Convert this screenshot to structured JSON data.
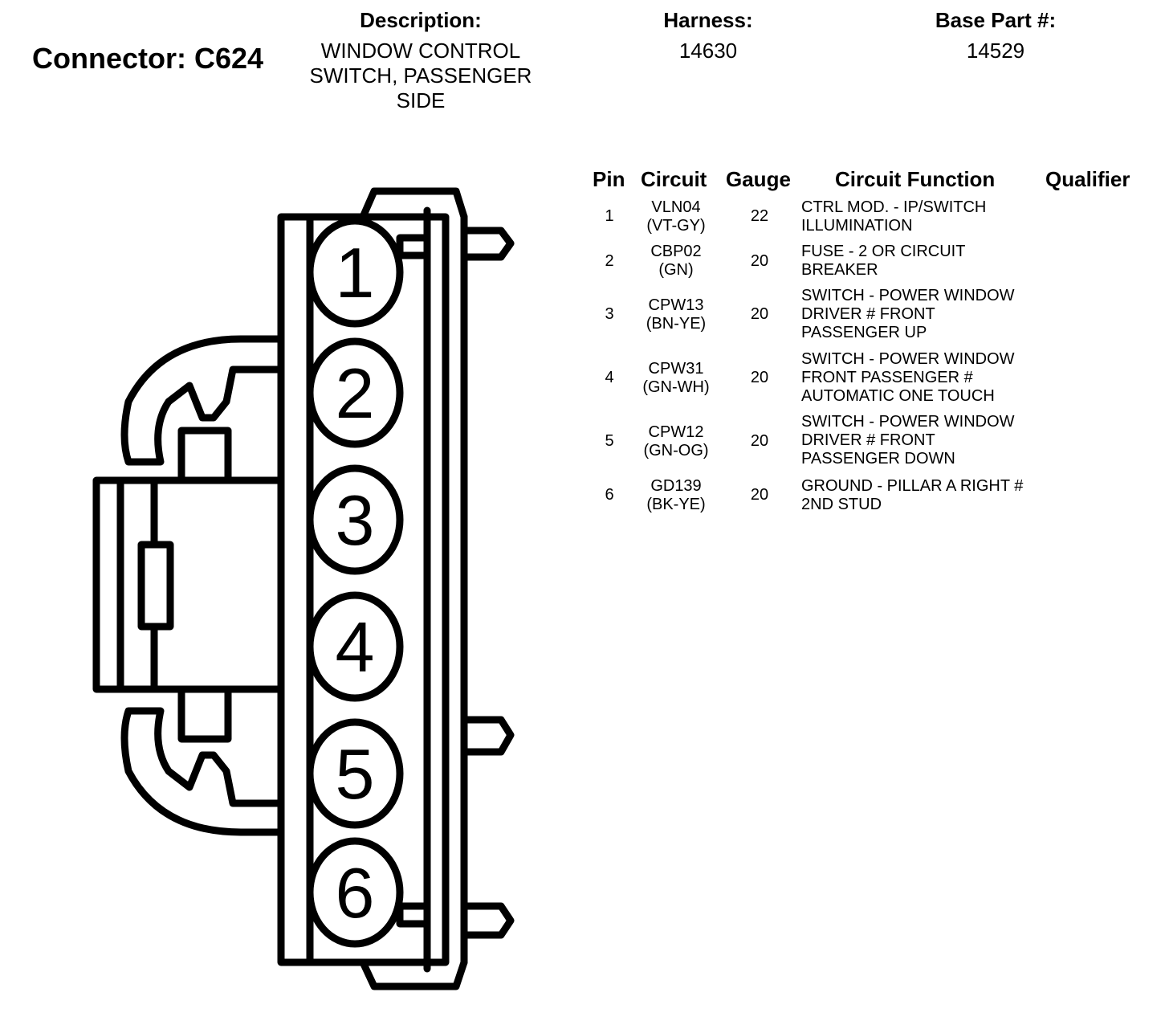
{
  "connector": {
    "label": "Connector: C624"
  },
  "description": {
    "header": "Description:",
    "lines": [
      "WINDOW CONTROL",
      "SWITCH, PASSENGER",
      "SIDE"
    ]
  },
  "harness": {
    "header": "Harness:",
    "value": "14630"
  },
  "base_part": {
    "header": "Base Part #:",
    "value": "14529"
  },
  "table": {
    "headers": {
      "pin": "Pin",
      "circuit": "Circuit",
      "gauge": "Gauge",
      "function": "Circuit Function",
      "qualifier": "Qualifier"
    },
    "rows": [
      {
        "pin": "1",
        "circuit": "VLN04",
        "color": "(VT-GY)",
        "gauge": "22",
        "function": [
          "CTRL MOD. - IP/SWITCH",
          "ILLUMINATION"
        ]
      },
      {
        "pin": "2",
        "circuit": "CBP02",
        "color": "(GN)",
        "gauge": "20",
        "function": [
          "FUSE - 2 OR CIRCUIT",
          "BREAKER"
        ]
      },
      {
        "pin": "3",
        "circuit": "CPW13",
        "color": "(BN-YE)",
        "gauge": "20",
        "function": [
          "SWITCH - POWER WINDOW",
          "DRIVER # FRONT",
          "PASSENGER UP"
        ]
      },
      {
        "pin": "4",
        "circuit": "CPW31",
        "color": "(GN-WH)",
        "gauge": "20",
        "function": [
          "SWITCH - POWER WINDOW",
          "FRONT PASSENGER #",
          "AUTOMATIC ONE TOUCH"
        ]
      },
      {
        "pin": "5",
        "circuit": "CPW12",
        "color": "(GN-OG)",
        "gauge": "20",
        "function": [
          "SWITCH - POWER WINDOW",
          "DRIVER # FRONT",
          "PASSENGER DOWN"
        ]
      },
      {
        "pin": "6",
        "circuit": "GD139",
        "color": "(BK-YE)",
        "gauge": "20",
        "function": [
          "GROUND - PILLAR A RIGHT #",
          "2ND STUD"
        ]
      }
    ]
  },
  "diagram": {
    "pin_labels": [
      "1",
      "2",
      "3",
      "4",
      "5",
      "6"
    ]
  }
}
